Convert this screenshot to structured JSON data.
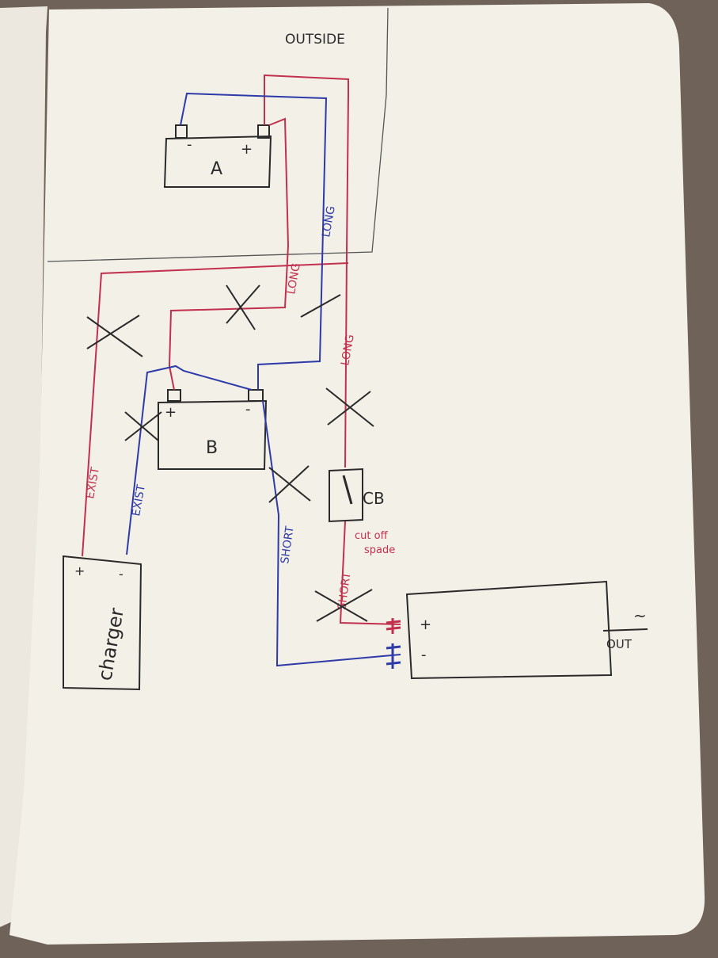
{
  "diagram": {
    "outside_label": "OUTSIDE",
    "battery_a": {
      "name": "A",
      "pos": "+",
      "neg": "-"
    },
    "battery_b": {
      "name": "B",
      "pos": "+",
      "neg": "-"
    },
    "charger": {
      "name": "charger",
      "pos": "+",
      "neg": "-"
    },
    "breaker": {
      "name": "CB",
      "note_line1": "cut off",
      "note_line2": "spade"
    },
    "load": {
      "pos": "+",
      "neg": "-",
      "out_label": "OUT",
      "ac_symbol": "~"
    },
    "wire_labels": {
      "long_a_red": "LONG",
      "long_a_blue": "LONG",
      "long_b_red": "LONG",
      "exist_red": "EXIST",
      "exist_blue": "EXIST",
      "short_blue": "SHORT",
      "short_red": "SHORT"
    }
  },
  "colors": {
    "paper": "#f3f0e8",
    "ink_black": "#2a2a2a",
    "ink_red": "#c2304e",
    "ink_blue": "#2e3aa8",
    "background": "#6f6258"
  }
}
